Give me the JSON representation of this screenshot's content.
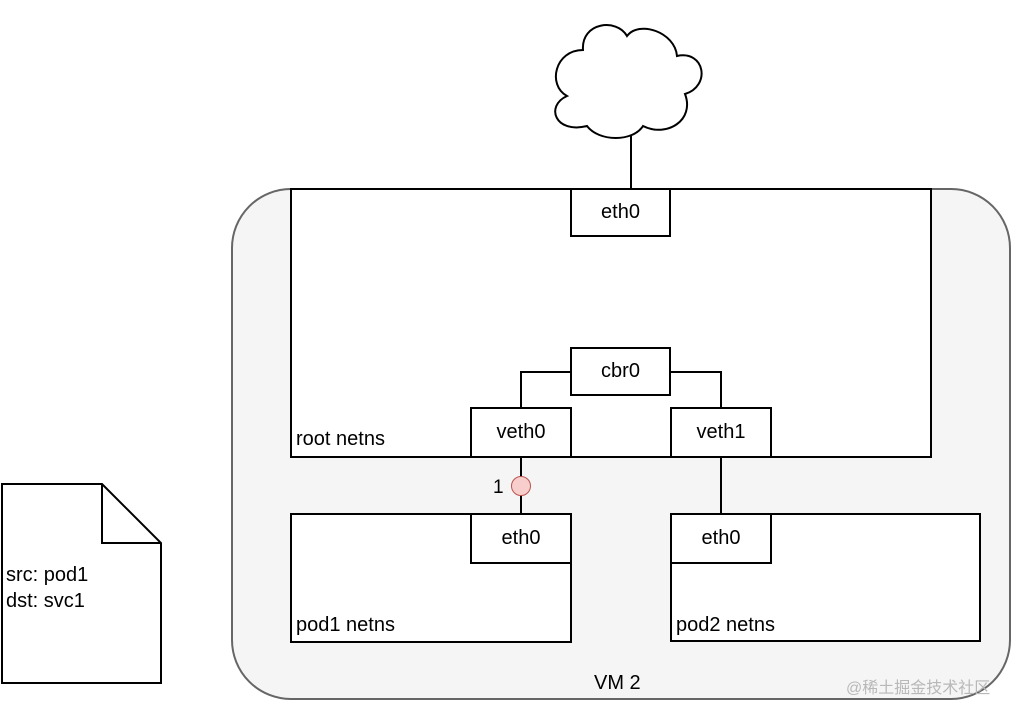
{
  "vm": {
    "label": "VM 2"
  },
  "root_netns": {
    "label": "root netns",
    "eth0": "eth0",
    "cbr0": "cbr0",
    "veth0": "veth0",
    "veth1": "veth1"
  },
  "pod1": {
    "label": "pod1 netns",
    "eth0": "eth0"
  },
  "pod2": {
    "label": "pod2 netns",
    "eth0": "eth0"
  },
  "marker": {
    "number": "1",
    "color": "#f8cecc",
    "stroke": "#b85450"
  },
  "packet": {
    "src": "src: pod1",
    "dst": "dst: svc1"
  },
  "watermark": "@稀土掘金技术社区",
  "colors": {
    "vm_fill": "#f5f5f5",
    "vm_stroke": "#666666"
  }
}
